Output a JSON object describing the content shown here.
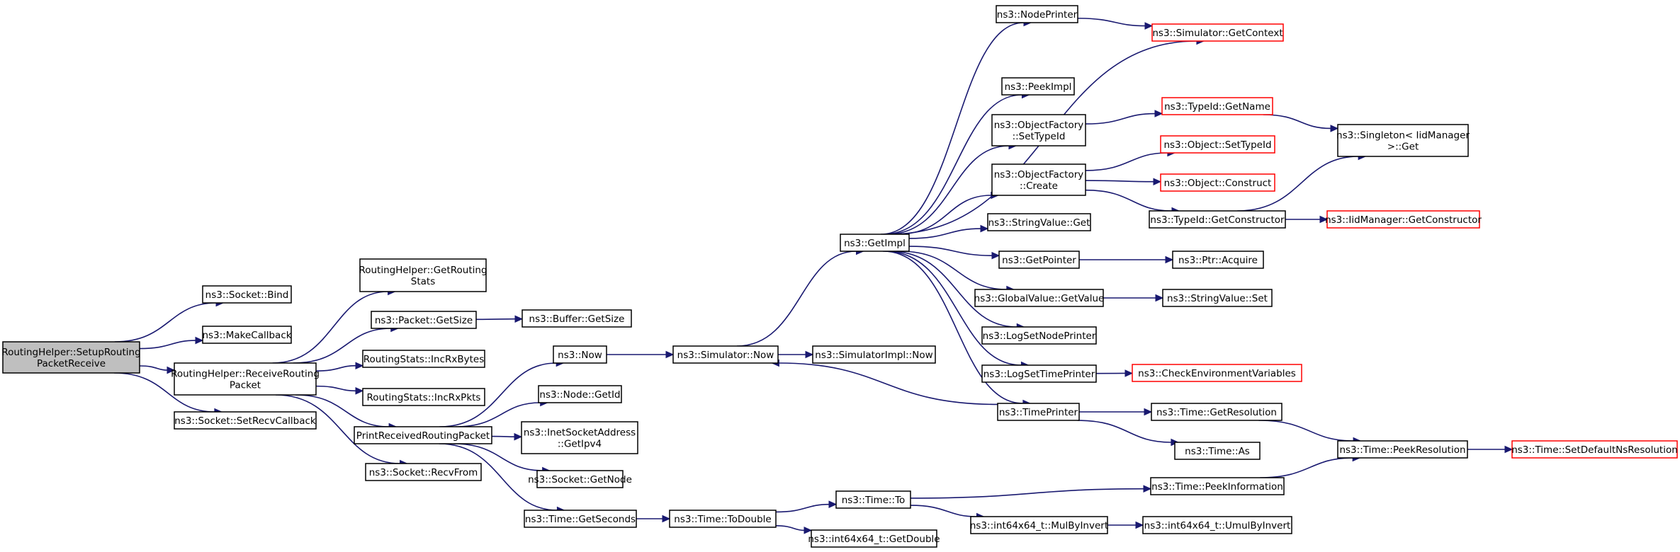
{
  "graph": {
    "nodes": [
      {
        "id": "n0",
        "lines": [
          "RoutingHelper::SetupRouting",
          "PacketReceive"
        ],
        "root": true
      },
      {
        "id": "n1",
        "lines": [
          "ns3::Socket::Bind"
        ]
      },
      {
        "id": "n2",
        "lines": [
          "ns3::MakeCallback"
        ]
      },
      {
        "id": "n3",
        "lines": [
          "RoutingHelper::ReceiveRouting",
          "Packet"
        ]
      },
      {
        "id": "n4",
        "lines": [
          "ns3::Socket::SetRecvCallback"
        ]
      },
      {
        "id": "n5",
        "lines": [
          "RoutingHelper::GetRouting",
          "Stats"
        ]
      },
      {
        "id": "n6",
        "lines": [
          "ns3::Packet::GetSize"
        ]
      },
      {
        "id": "n7",
        "lines": [
          "RoutingStats::IncRxBytes"
        ]
      },
      {
        "id": "n8",
        "lines": [
          "RoutingStats::IncRxPkts"
        ]
      },
      {
        "id": "n9",
        "lines": [
          "PrintReceivedRoutingPacket"
        ]
      },
      {
        "id": "n10",
        "lines": [
          "ns3::Socket::RecvFrom"
        ]
      },
      {
        "id": "n11",
        "lines": [
          "ns3::Buffer::GetSize"
        ]
      },
      {
        "id": "n12",
        "lines": [
          "ns3::Now"
        ]
      },
      {
        "id": "n13",
        "lines": [
          "ns3::Node::GetId"
        ]
      },
      {
        "id": "n14",
        "lines": [
          "ns3::InetSocketAddress",
          "::GetIpv4"
        ]
      },
      {
        "id": "n15",
        "lines": [
          "ns3::Socket::GetNode"
        ]
      },
      {
        "id": "n16",
        "lines": [
          "ns3::Time::GetSeconds"
        ]
      },
      {
        "id": "n17",
        "lines": [
          "ns3::Simulator::Now"
        ]
      },
      {
        "id": "n18",
        "lines": [
          "ns3::Time::ToDouble"
        ]
      },
      {
        "id": "n19",
        "lines": [
          "ns3::GetImpl"
        ]
      },
      {
        "id": "n20",
        "lines": [
          "ns3::SimulatorImpl::Now"
        ]
      },
      {
        "id": "n21",
        "lines": [
          "ns3::Time::To"
        ]
      },
      {
        "id": "n22",
        "lines": [
          "ns3::int64x64_t::GetDouble"
        ]
      },
      {
        "id": "n23",
        "lines": [
          "ns3::NodePrinter"
        ]
      },
      {
        "id": "n24",
        "lines": [
          "ns3::PeekImpl"
        ]
      },
      {
        "id": "n25",
        "lines": [
          "ns3::ObjectFactory",
          "::SetTypeId"
        ]
      },
      {
        "id": "n26",
        "lines": [
          "ns3::ObjectFactory",
          "::Create"
        ]
      },
      {
        "id": "n27",
        "lines": [
          "ns3::StringValue::Get"
        ]
      },
      {
        "id": "n28",
        "lines": [
          "ns3::GetPointer"
        ]
      },
      {
        "id": "n29",
        "lines": [
          "ns3::GlobalValue::GetValue"
        ]
      },
      {
        "id": "n30",
        "lines": [
          "ns3::LogSetNodePrinter"
        ]
      },
      {
        "id": "n31",
        "lines": [
          "ns3::LogSetTimePrinter"
        ]
      },
      {
        "id": "n32",
        "lines": [
          "ns3::TimePrinter"
        ]
      },
      {
        "id": "n33",
        "lines": [
          "ns3::int64x64_t::MulByInvert"
        ]
      },
      {
        "id": "n34",
        "lines": [
          "ns3::Simulator::GetContext"
        ],
        "truncated": true
      },
      {
        "id": "n35",
        "lines": [
          "ns3::TypeId::GetName"
        ],
        "truncated": true
      },
      {
        "id": "n36",
        "lines": [
          "ns3::Object::SetTypeId"
        ],
        "truncated": true
      },
      {
        "id": "n37",
        "lines": [
          "ns3::Object::Construct"
        ],
        "truncated": true
      },
      {
        "id": "n38",
        "lines": [
          "ns3::TypeId::GetConstructor"
        ]
      },
      {
        "id": "n39",
        "lines": [
          "ns3::Ptr::Acquire"
        ]
      },
      {
        "id": "n40",
        "lines": [
          "ns3::StringValue::Set"
        ]
      },
      {
        "id": "n41",
        "lines": [
          "ns3::CheckEnvironmentVariables"
        ],
        "truncated": true
      },
      {
        "id": "n42",
        "lines": [
          "ns3::Time::GetResolution"
        ]
      },
      {
        "id": "n43",
        "lines": [
          "ns3::Time::As"
        ]
      },
      {
        "id": "n44",
        "lines": [
          "ns3::Time::PeekInformation"
        ]
      },
      {
        "id": "n45",
        "lines": [
          "ns3::int64x64_t::UmulByInvert"
        ]
      },
      {
        "id": "n46",
        "lines": [
          "ns3::Singleton< IidManager",
          ">::Get"
        ]
      },
      {
        "id": "n47",
        "lines": [
          "ns3::IidManager::GetConstructor"
        ],
        "truncated": true
      },
      {
        "id": "n48",
        "lines": [
          "ns3::Time::PeekResolution"
        ]
      },
      {
        "id": "n49",
        "lines": [
          "ns3::Time::SetDefaultNsResolution"
        ],
        "truncated": true
      }
    ],
    "edges": [
      [
        "n0",
        "n1"
      ],
      [
        "n0",
        "n2"
      ],
      [
        "n0",
        "n3"
      ],
      [
        "n0",
        "n4"
      ],
      [
        "n3",
        "n5"
      ],
      [
        "n3",
        "n6"
      ],
      [
        "n3",
        "n7"
      ],
      [
        "n3",
        "n8"
      ],
      [
        "n3",
        "n9"
      ],
      [
        "n3",
        "n10"
      ],
      [
        "n6",
        "n11"
      ],
      [
        "n9",
        "n12"
      ],
      [
        "n9",
        "n13"
      ],
      [
        "n9",
        "n14"
      ],
      [
        "n9",
        "n15"
      ],
      [
        "n9",
        "n16"
      ],
      [
        "n12",
        "n17"
      ],
      [
        "n17",
        "n19"
      ],
      [
        "n17",
        "n20"
      ],
      [
        "n16",
        "n18"
      ],
      [
        "n18",
        "n21"
      ],
      [
        "n18",
        "n22"
      ],
      [
        "n19",
        "n23"
      ],
      [
        "n19",
        "n34"
      ],
      [
        "n19",
        "n24"
      ],
      [
        "n19",
        "n25"
      ],
      [
        "n19",
        "n26"
      ],
      [
        "n19",
        "n27"
      ],
      [
        "n19",
        "n28"
      ],
      [
        "n19",
        "n29"
      ],
      [
        "n19",
        "n30"
      ],
      [
        "n19",
        "n31"
      ],
      [
        "n19",
        "n32"
      ],
      [
        "n23",
        "n34"
      ],
      [
        "n32",
        "n17"
      ],
      [
        "n25",
        "n35"
      ],
      [
        "n35",
        "n46"
      ],
      [
        "n26",
        "n36"
      ],
      [
        "n26",
        "n37"
      ],
      [
        "n26",
        "n38"
      ],
      [
        "n38",
        "n46"
      ],
      [
        "n38",
        "n47"
      ],
      [
        "n28",
        "n39"
      ],
      [
        "n29",
        "n40"
      ],
      [
        "n31",
        "n41"
      ],
      [
        "n32",
        "n42"
      ],
      [
        "n32",
        "n43"
      ],
      [
        "n42",
        "n48"
      ],
      [
        "n44",
        "n48"
      ],
      [
        "n48",
        "n49"
      ],
      [
        "n21",
        "n44"
      ],
      [
        "n21",
        "n33"
      ],
      [
        "n33",
        "n45"
      ]
    ]
  }
}
